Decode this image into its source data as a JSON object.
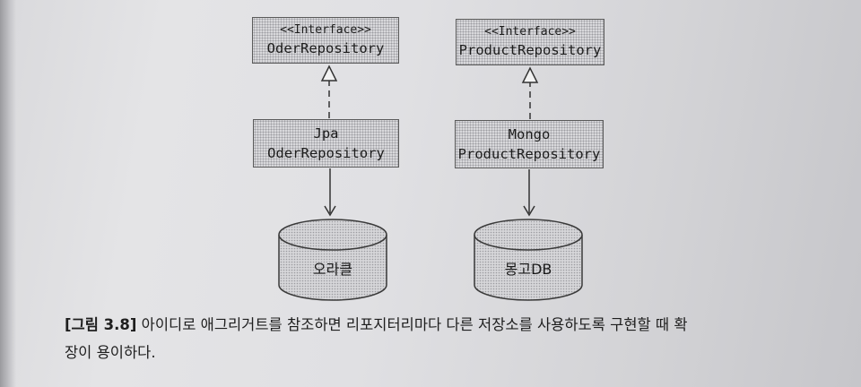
{
  "diagram": {
    "order_interface": {
      "stereotype": "<<Interface>>",
      "name": "OderRepository"
    },
    "product_interface": {
      "stereotype": "<<Interface>>",
      "name": "ProductRepository"
    },
    "order_impl": {
      "line1": "Jpa",
      "line2": "OderRepository"
    },
    "product_impl": {
      "line1": "Mongo",
      "line2": "ProductRepository"
    },
    "db_oracle": {
      "label": "오라클"
    },
    "db_mongo": {
      "label": "몽고DB"
    }
  },
  "caption": {
    "figure_label": "[그림 3.8]",
    "line1": "아이디로 애그리거트를 참조하면 리포지터리마다 다른 저장소를 사용하도록 구현할 때 확",
    "line2": "장이 용이하다."
  }
}
